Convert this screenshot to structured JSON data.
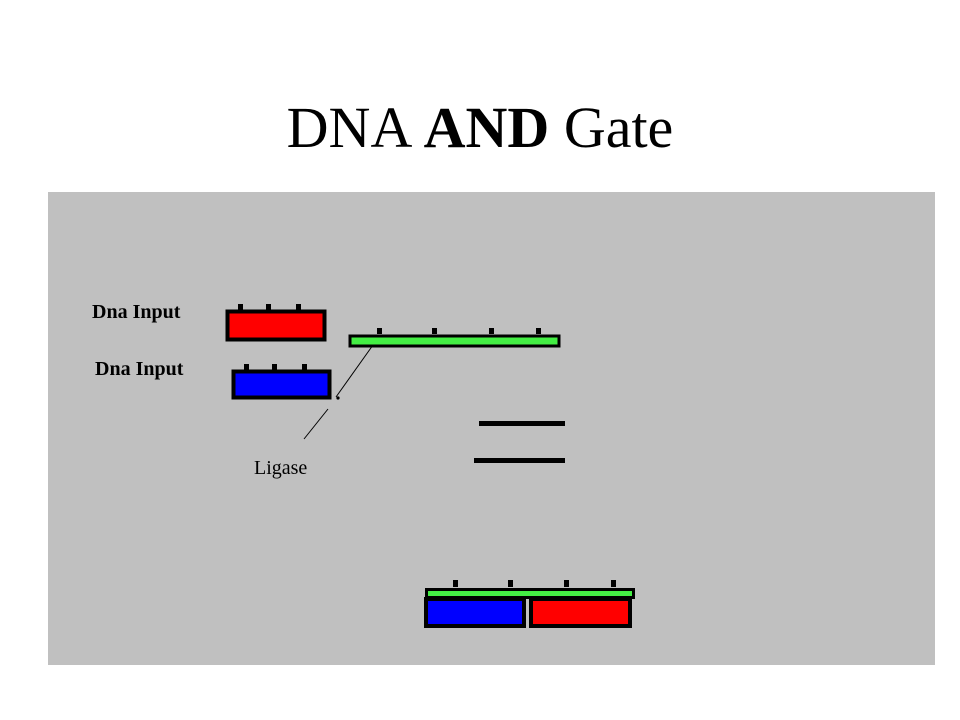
{
  "slide": {
    "title_part1": "DNA",
    "title_part2": "AND",
    "title_part3": "Gate"
  },
  "diagram": {
    "input_label_1": "Dna Input",
    "input_label_2": "Dna Input",
    "ligase_label": "Ligase",
    "colors": {
      "background": "#c0c0c0",
      "input_red": "#ff0000",
      "input_blue": "#0000ff",
      "strand_green": "#44ee44",
      "outline": "#000000"
    }
  }
}
